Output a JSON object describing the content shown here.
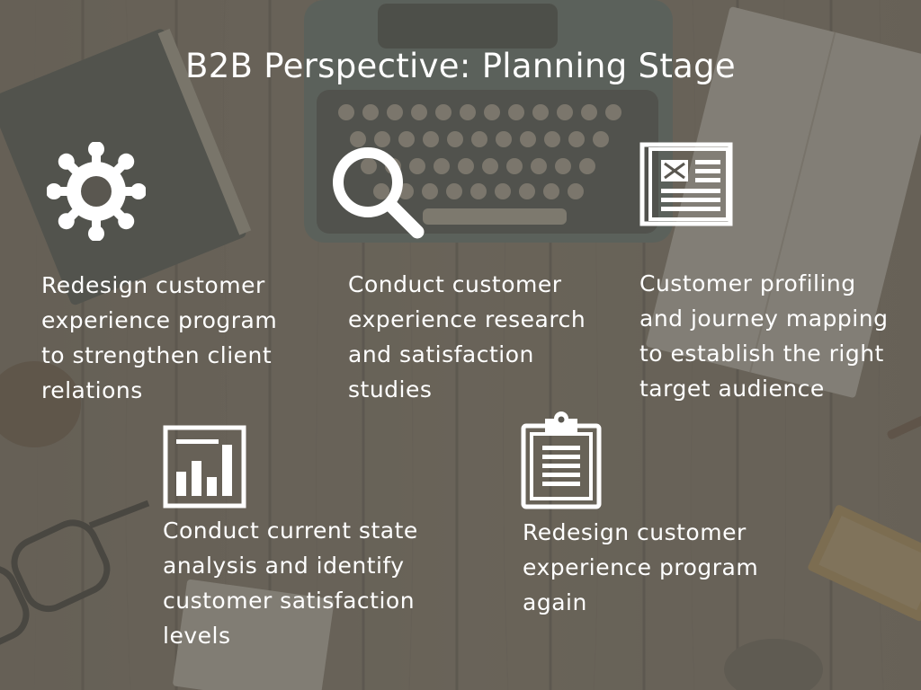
{
  "slide": {
    "title": "B2B Perspective: Planning Stage",
    "colors": {
      "text": "#ffffff",
      "overlay": "#5a5750",
      "wood": "#8a7d6c"
    },
    "items": [
      {
        "icon": "gear-icon",
        "lines": [
          "Redesign customer",
          "experience program",
          "to strengthen client",
          "relations"
        ]
      },
      {
        "icon": "magnifier-icon",
        "lines": [
          "Conduct customer",
          "experience research",
          "and satisfaction",
          "studies"
        ]
      },
      {
        "icon": "newspaper-icon",
        "lines": [
          "Customer profiling",
          "and journey mapping",
          "to establish the right",
          "target audience"
        ]
      },
      {
        "icon": "bar-chart-icon",
        "lines": [
          "Conduct current state",
          "analysis and identify",
          "customer satisfaction",
          "levels"
        ]
      },
      {
        "icon": "clipboard-icon",
        "lines": [
          "Redesign customer",
          "experience program",
          "again"
        ]
      }
    ]
  }
}
